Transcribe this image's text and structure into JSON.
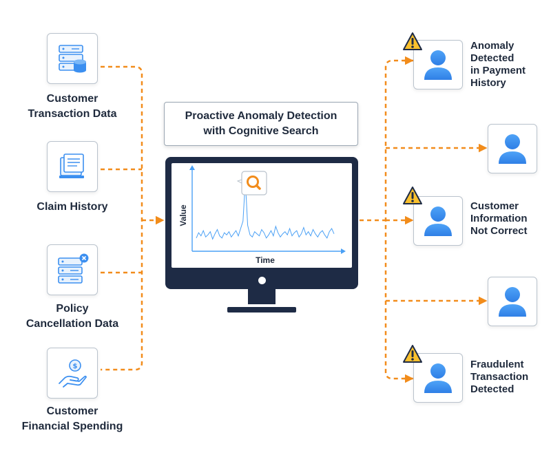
{
  "colors": {
    "accent": "#f28c1b",
    "navy": "#1e2b45",
    "blue": "#3b8ff0",
    "chart_line": "#4aa0f5",
    "border": "#b9c2cc"
  },
  "title": {
    "line1": "Proactive Anomaly Detection",
    "line2": "with Cognitive Search"
  },
  "sources": [
    {
      "icon": "database-icon",
      "line1": "Customer",
      "line2": "Transaction Data"
    },
    {
      "icon": "document-icon",
      "line1": "Claim History",
      "line2": ""
    },
    {
      "icon": "database-cancel-icon",
      "line1": "Policy",
      "line2": "Cancellation Data"
    },
    {
      "icon": "hand-coin-icon",
      "line1": "Customer",
      "line2": "Financial Spending"
    }
  ],
  "outputs": [
    {
      "icon": "user-icon",
      "warning": true,
      "label": "Anomaly\nDetected\nin Payment\nHistory"
    },
    {
      "icon": "user-icon",
      "warning": false,
      "label": ""
    },
    {
      "icon": "user-icon",
      "warning": true,
      "label": "Customer\nInformation\nNot Correct"
    },
    {
      "icon": "user-icon",
      "warning": false,
      "label": ""
    },
    {
      "icon": "user-icon",
      "warning": true,
      "label": "Fraudulent\nTransaction\nDetected"
    }
  ],
  "chart_data": {
    "type": "line",
    "xlabel": "Time",
    "ylabel": "Value",
    "highlight": "search-magnifier-icon",
    "series": [
      {
        "values": [
          6,
          11,
          8,
          13,
          7,
          9,
          12,
          5,
          10,
          14,
          8,
          6,
          11,
          9,
          12,
          7,
          10,
          13,
          8,
          15,
          22,
          60,
          18,
          9,
          7,
          12,
          10,
          8,
          14,
          11,
          6,
          9,
          13,
          8,
          17,
          11,
          7,
          10,
          12,
          9,
          15,
          8,
          11,
          13,
          7,
          10,
          16,
          9,
          12,
          8,
          14,
          10,
          7,
          11,
          13,
          9,
          6,
          12,
          15,
          10
        ]
      }
    ]
  }
}
